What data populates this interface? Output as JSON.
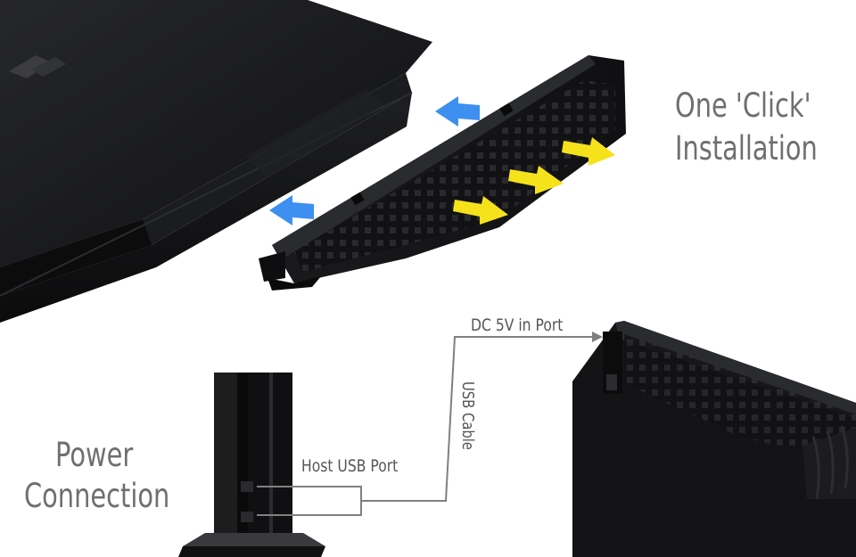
{
  "headings": {
    "installation_line1": "One 'Click'",
    "installation_line2": "Installation",
    "power_line1": "Power",
    "power_line2": "Connection"
  },
  "labels": {
    "dc_port": "DC 5V in Port",
    "usb_cable": "USB Cable",
    "host_usb_port": "Host USB Port"
  },
  "colors": {
    "background": "#ffffff",
    "device_black": "#141416",
    "blue_arrow": "#3d8ff0",
    "yellow_arrow": "#f5e21b",
    "connector_line": "#808080",
    "text_gray": "#6f6f6f"
  }
}
